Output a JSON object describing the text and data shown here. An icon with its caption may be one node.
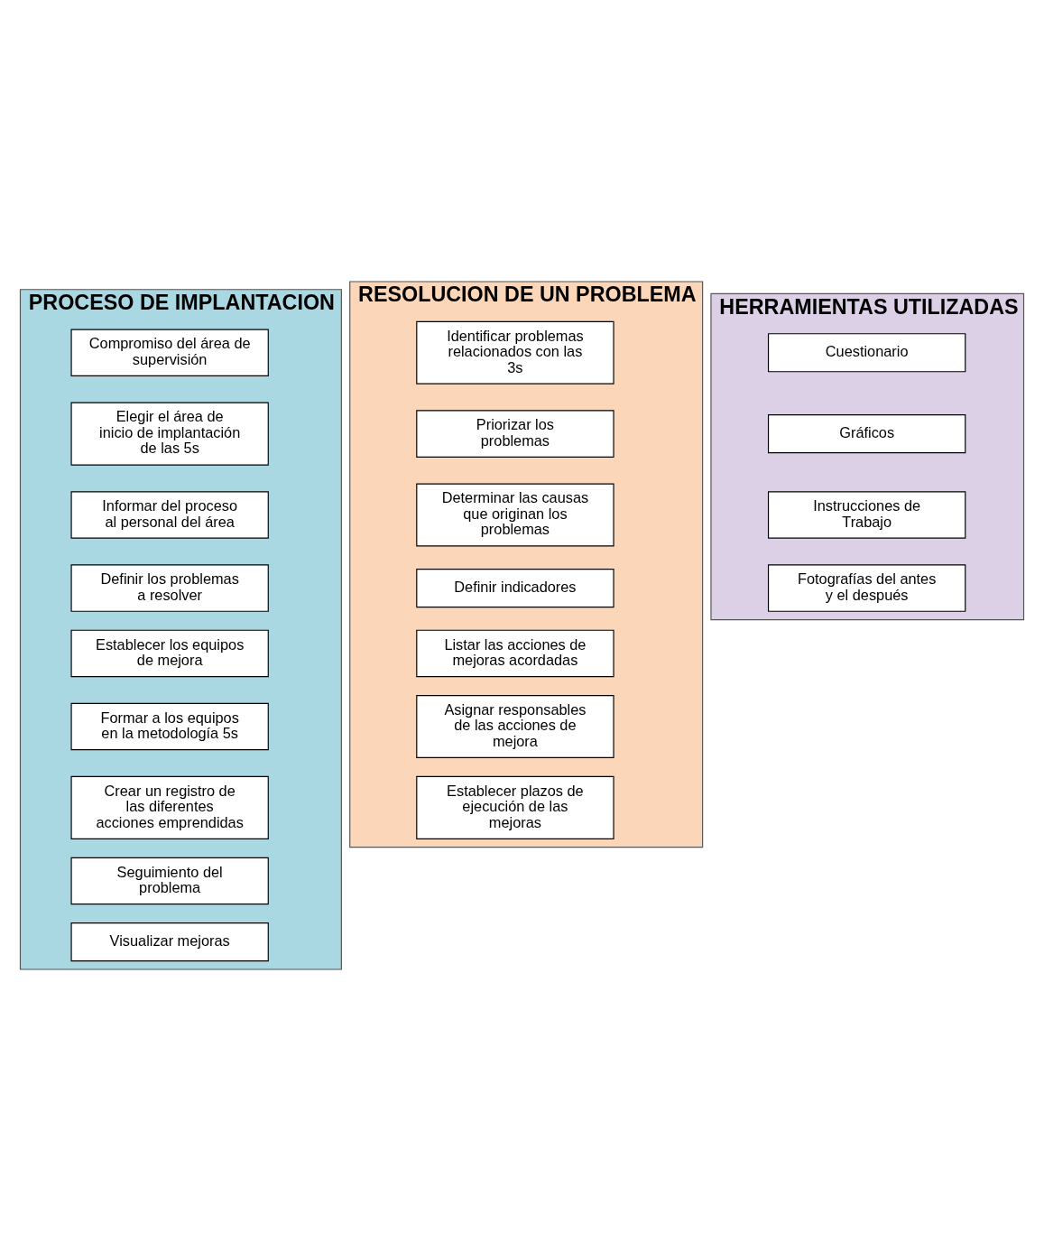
{
  "diagram": {
    "nodes": [
      {
        "text": [
          "PROCESO DE IMPLANTACION"
        ]
      },
      {
        "text": [
          "Compromiso del área de supervisión"
        ],
        "in": 0
      },
      {
        "text": [
          "Elegir el área de inicio de implantación de las 5s"
        ],
        "in": 0
      },
      {
        "text": [
          "Informar del proceso al personal del área"
        ],
        "in": 0
      },
      {
        "text": [
          "Definir los problemas a resolver"
        ],
        "in": 0
      },
      {
        "text": [
          "Establecer los equipos de mejora"
        ],
        "in": 0
      },
      {
        "text": [
          "Formar a los equipos en la metodología 5s"
        ],
        "in": 0
      },
      {
        "text": [
          "Crear un registro de las diferentes acciones emprendidas"
        ],
        "in": 0
      },
      {
        "text": [
          "Seguimiento del problema"
        ],
        "in": 0
      },
      {
        "text": [
          "Visualizar mejoras"
        ],
        "in": 0
      },
      {
        "text": [
          "RESOLUCION DE UN PROBLEMA"
        ]
      },
      {
        "text": [
          "Identificar problemas relacionados con las 3s"
        ],
        "in": 10
      },
      {
        "text": [
          "Priorizar los problemas"
        ],
        "in": 10
      },
      {
        "text": [
          "Determinar las causas que originan los problemas"
        ],
        "in": 10
      },
      {
        "text": [
          "Definir indicadores"
        ],
        "in": 10
      },
      {
        "text": [
          "Listar las acciones de mejoras acordadas"
        ],
        "in": 10
      },
      {
        "text": [
          "Asignar responsables de las acciones de mejora"
        ],
        "in": 10
      },
      {
        "text": [
          "Establecer plazos de ejecución de las mejoras"
        ],
        "in": 10
      },
      {
        "text": [
          "HERRAMIENTAS UTILIZADAS"
        ]
      },
      {
        "text": [
          "Cuestionario"
        ],
        "in": 18
      },
      {
        "text": [
          "Gráficos"
        ],
        "in": 18
      },
      {
        "text": [
          "Instrucciones de Trabajo"
        ],
        "in": 18
      },
      {
        "text": [
          "Fotografías del antes y el después"
        ],
        "in": 18
      }
    ],
    "edges": []
  }
}
